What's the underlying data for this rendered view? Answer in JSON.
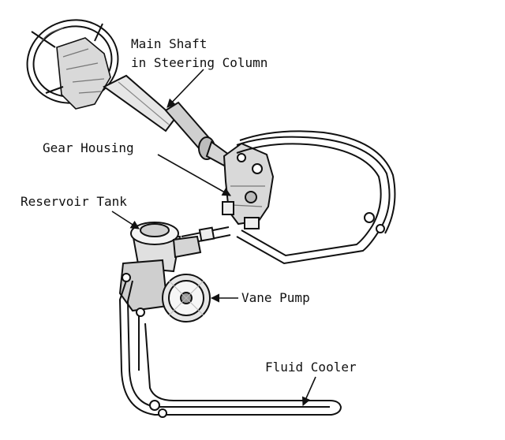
{
  "labels": {
    "main_shaft_line1": "Main Shaft",
    "main_shaft_line2": "in Steering Column",
    "gear_housing": "Gear Housing",
    "reservoir_tank": "Reservoir Tank",
    "vane_pump": "Vane Pump",
    "fluid_cooler": "Fluid Cooler"
  },
  "colors": {
    "ink": "#111111",
    "paper": "#ffffff",
    "shade": "#9a9a9a"
  }
}
